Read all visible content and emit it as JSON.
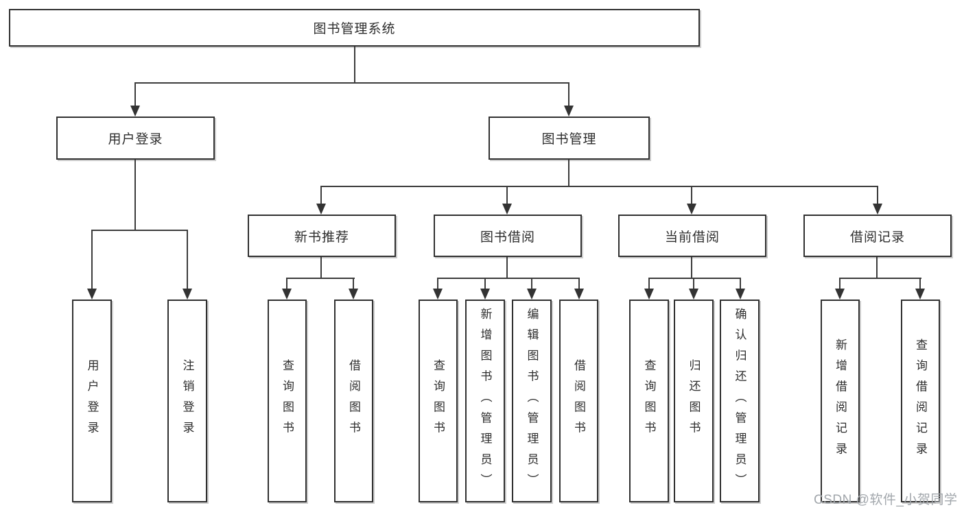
{
  "diagram_title": "图书管理系统",
  "tree": {
    "label": "图书管理系统",
    "children": [
      {
        "label": "用户登录",
        "children": [
          {
            "label": "用户登录"
          },
          {
            "label": "注销登录"
          }
        ]
      },
      {
        "label": "图书管理",
        "children": [
          {
            "label": "新书推荐",
            "children": [
              {
                "label": "查询图书"
              },
              {
                "label": "借阅图书"
              }
            ]
          },
          {
            "label": "图书借阅",
            "children": [
              {
                "label": "查询图书"
              },
              {
                "label": "新增图书（管理员）"
              },
              {
                "label": "编辑图书（管理员）"
              },
              {
                "label": "借阅图书"
              }
            ]
          },
          {
            "label": "当前借阅",
            "children": [
              {
                "label": "查询图书"
              },
              {
                "label": "归还图书"
              },
              {
                "label": "确认归还（管理员）"
              }
            ]
          },
          {
            "label": "借阅记录",
            "children": [
              {
                "label": "新增借阅记录"
              },
              {
                "label": "查询借阅记录"
              }
            ]
          }
        ]
      }
    ]
  },
  "watermark": "CSDN @软件_小贺同学",
  "colors": {
    "background": "#ffffff",
    "line": "#3b3b3b",
    "box_border": "#303030",
    "text": "#2d2d2d",
    "watermark_text": "#a2a7ac"
  }
}
